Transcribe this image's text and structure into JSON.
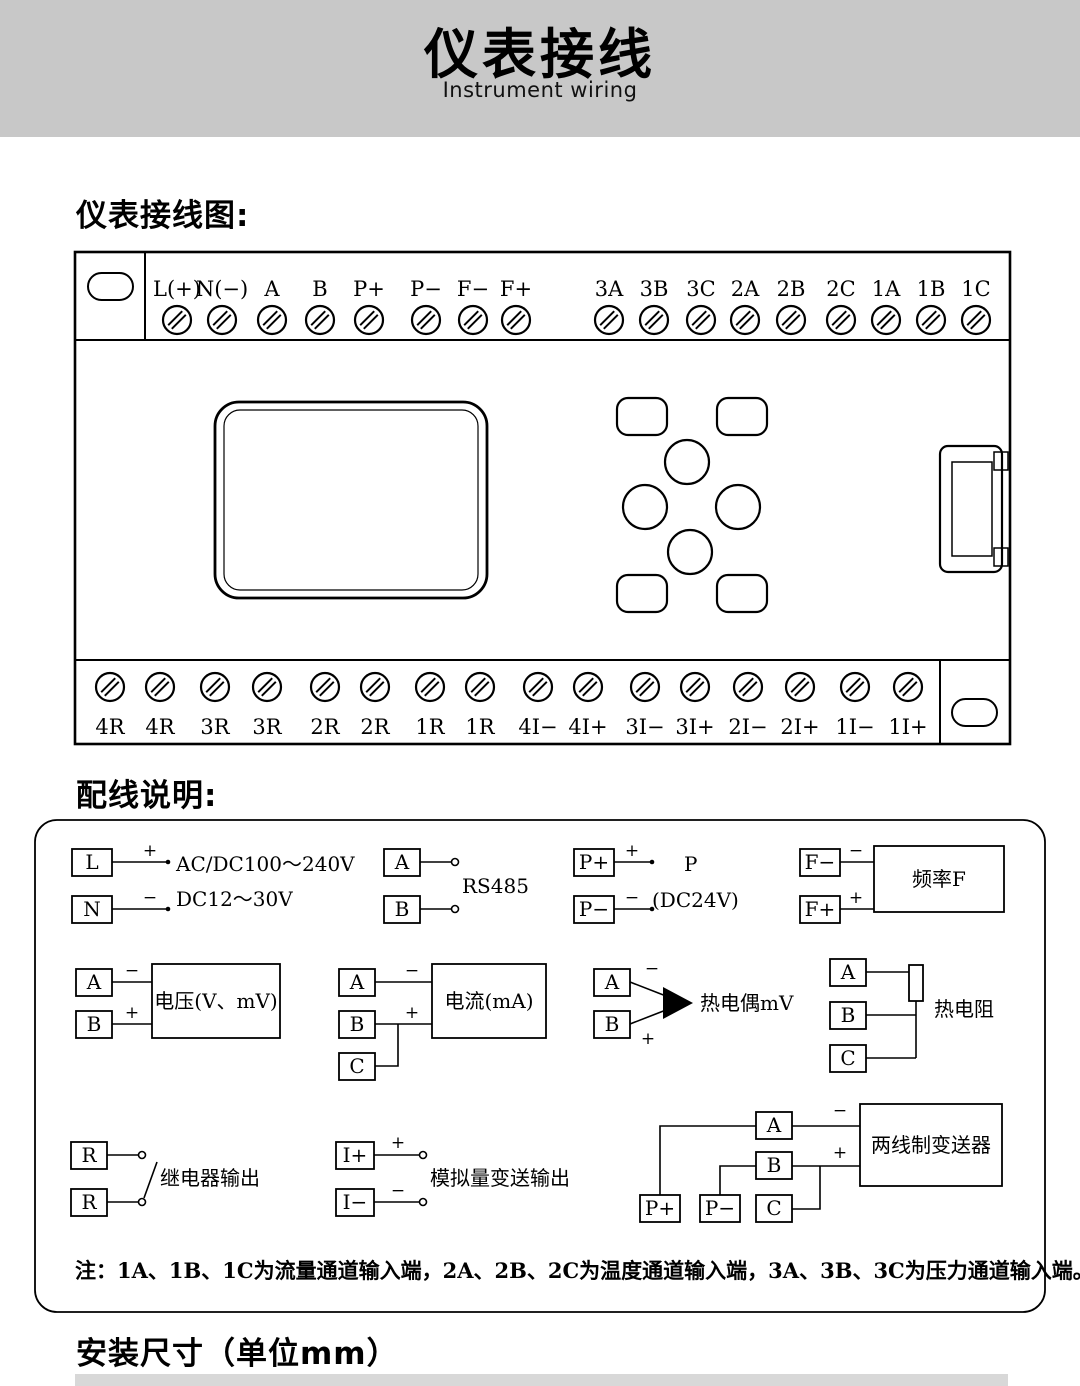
{
  "header": {
    "title": "仪表接线",
    "subtitle": "Instrument wiring"
  },
  "sections": {
    "diagram_title": "仪表接线图:",
    "notes_title": "配线说明:",
    "install_title": "安装尺寸（单位mm）"
  },
  "terminal_strip": {
    "top": [
      "L(+)",
      "N(−)",
      "A",
      "B",
      "P+",
      "P−",
      "F−",
      "F+",
      "3A",
      "3B",
      "3C",
      "2A",
      "2B",
      "2C",
      "1A",
      "1B",
      "1C"
    ],
    "bottom": [
      "4R",
      "4R",
      "3R",
      "3R",
      "2R",
      "2R",
      "1R",
      "1R",
      "4I−",
      "4I+",
      "3I−",
      "3I+",
      "2I−",
      "2I+",
      "1I−",
      "1I+"
    ]
  },
  "wiring": {
    "plus": "+",
    "minus": "−",
    "power": {
      "a": "L",
      "b": "N",
      "line1": "AC/DC100～240V",
      "line2": "DC12～30V"
    },
    "rs485": {
      "a": "A",
      "b": "B",
      "label": "RS485"
    },
    "dc24": {
      "a": "P+",
      "b": "P−",
      "line1": "P",
      "line2": "(DC24V)"
    },
    "freq": {
      "a": "F−",
      "b": "F+",
      "label": "频率F"
    },
    "voltage": {
      "a": "A",
      "b": "B",
      "label": "电压(V、mV)"
    },
    "current": {
      "a": "A",
      "b": "B",
      "c": "C",
      "label": "电流(mA)"
    },
    "thermocouple": {
      "a": "A",
      "b": "B",
      "label": "热电偶mV"
    },
    "rtd": {
      "a": "A",
      "b": "B",
      "c": "C",
      "label": "热电阻"
    },
    "relay": {
      "a": "R",
      "b": "R",
      "label": "继电器输出"
    },
    "analog_out": {
      "a": "I+",
      "b": "I−",
      "label": "模拟量变送输出"
    },
    "transmitter": {
      "p1": "P+",
      "p2": "P−",
      "a": "A",
      "b": "B",
      "c": "C",
      "label": "两线制变送器"
    },
    "note": "注：1A、1B、1C为流量通道输入端，2A、2B、2C为温度通道输入端，3A、3B、3C为压力通道输入端。"
  },
  "colors": {
    "header_band": "#c8c8c8",
    "table_edge": "#d8d8d8",
    "ink": "#000000",
    "background": "#ffffff"
  }
}
